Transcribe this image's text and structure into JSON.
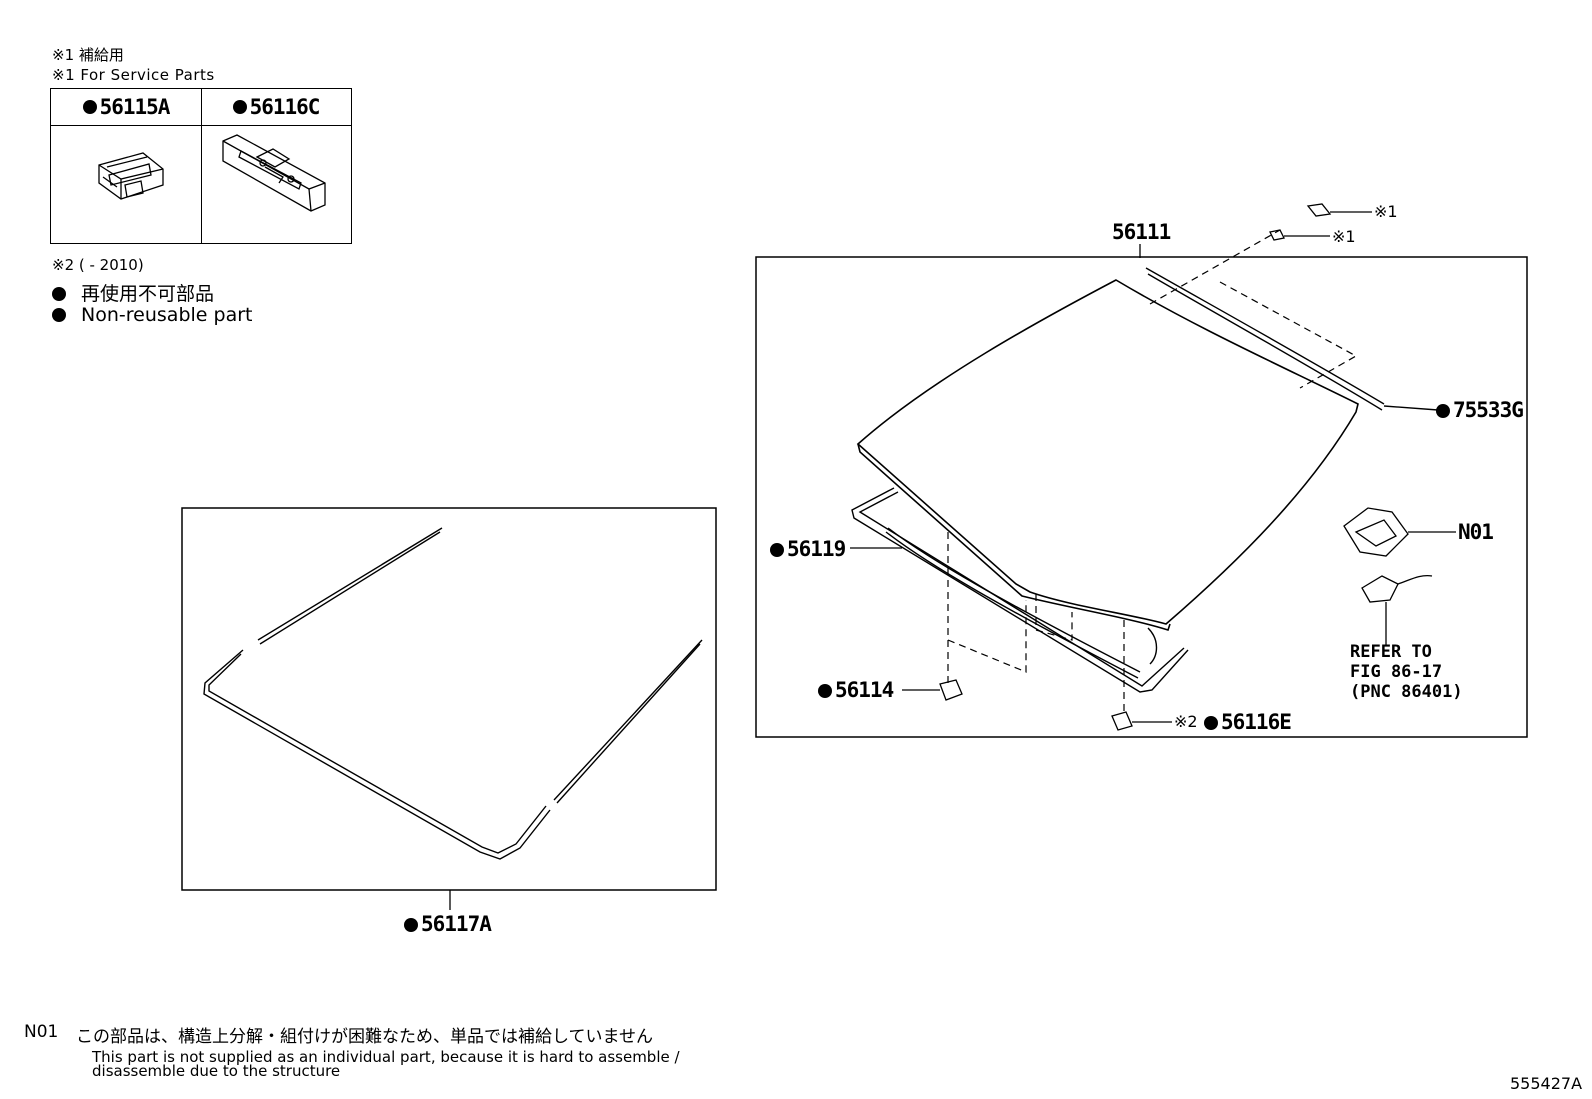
{
  "service_note": {
    "line_jp": "※1 補給用",
    "line_en": "※1 For Service Parts"
  },
  "service_table": {
    "cells": [
      {
        "part": "56115A",
        "icon": "clip-part-icon"
      },
      {
        "part": "56116C",
        "icon": "bracket-part-icon"
      }
    ]
  },
  "date_note": "※2 (        - 2010)",
  "legend": {
    "jp": "再使用不可部品",
    "en": "Non-reusable part"
  },
  "callouts": {
    "glass": "56111",
    "upper_trim": "75533G",
    "dam": "56119",
    "spacer": "56114",
    "stopper": "56116E",
    "stopper_mark": "※2",
    "mirror_bracket": "N01",
    "molding": "56117A",
    "service_mark_1": "※1",
    "service_mark_2": "※1"
  },
  "refer": {
    "line1": "REFER TO",
    "line2": "FIG 86-17",
    "line3": "(PNC 86401)"
  },
  "footnote": {
    "code": "N01",
    "jp": "この部品は、構造上分解・組付けが困難なため、単品では補給していません",
    "en_line1": "This part is not supplied as an individual part, because it is hard to assemble /",
    "en_line2": "disassemble due to the structure"
  },
  "figure_id": "555427A"
}
